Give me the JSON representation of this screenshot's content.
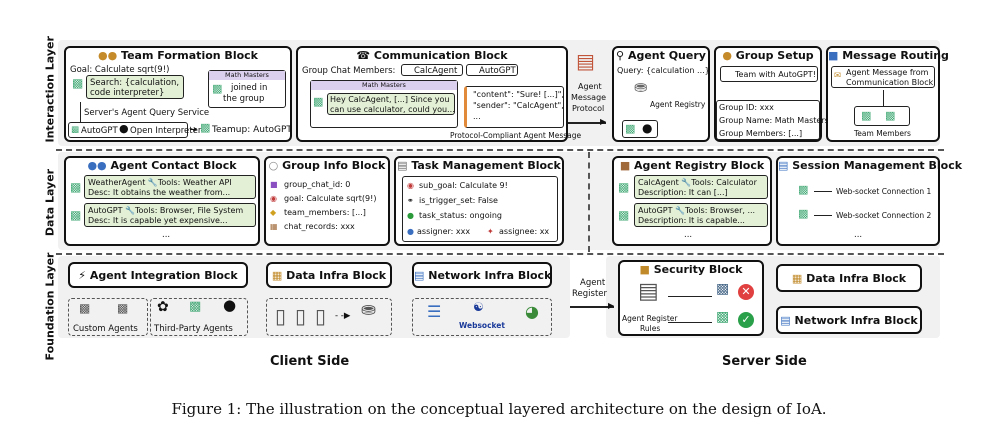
{
  "layers": {
    "interaction": "Interaction Layer",
    "data": "Data Layer",
    "foundation": "Foundation Layer"
  },
  "team_formation": {
    "title": "Team Formation Block",
    "goal": "Goal: Calculate sqrt(9!)",
    "search_l1": "Search: {calculation,",
    "search_l2": "code interpreter}",
    "group_name": "Math Masters",
    "joined_l1": "joined in",
    "joined_l2": "the group",
    "query_service": "Server's Agent Query Service",
    "agent1": "AutoGPT",
    "agent2": "Open Interpreter",
    "teamup": "Teamup: AutoGPT"
  },
  "communication": {
    "title": "Communication Block",
    "members_label": "Group Chat Members:",
    "member1": "CalcAgent",
    "member2": "AutoGPT",
    "window_title": "Math Masters",
    "msg_l1": "Hey CalcAgent, [...] Since you",
    "msg_l2": "can use calculator, could you...",
    "json_l1": "\"content\": \"Sure! [...]\",",
    "json_l2": "\"sender\": \"CalcAgent\",",
    "json_l3": "...",
    "footer": "Protocol-Compliant Agent Message"
  },
  "protocol": {
    "l1": "Agent",
    "l2": "Message",
    "l3": "Protocol"
  },
  "agent_query": {
    "title": "Agent Query",
    "query": "Query: {calculation ...}",
    "registry": "Agent Registry"
  },
  "group_setup": {
    "title": "Group Setup",
    "team": "Team with AutoGPT!",
    "group_id": "Group ID: xxx",
    "group_name": "Group Name: Math Masters",
    "group_members": "Group Members: [...]"
  },
  "message_routing": {
    "title": "Message Routing",
    "msg_l1": "Agent Message from",
    "msg_l2": "Communication Block",
    "team_members": "Team Members"
  },
  "agent_contact": {
    "title": "Agent Contact Block",
    "a1_l1": "WeatherAgent 🔧Tools: Weather API",
    "a1_l2": "Desc: It obtains the weather from...",
    "a2_l1": "AutoGPT 🔧Tools: Browser, File System",
    "a2_l2": "Desc: It is capable yet expensive...",
    "ellipsis": "..."
  },
  "group_info": {
    "title": "Group Info Block",
    "id": "group_chat_id: 0",
    "goal": "goal: Calculate sqrt(9!)",
    "members": "team_members: [...]",
    "records": "chat_records: xxx"
  },
  "task_mgmt": {
    "title": "Task Management Block",
    "sub_goal": "sub_goal: Calculate 9!",
    "trigger": "is_trigger_set: False",
    "status": "task_status: ongoing",
    "assigner": "assigner: xxx",
    "assignee": "assignee: xx"
  },
  "agent_registry": {
    "title": "Agent Registry Block",
    "a1_l1": "CalcAgent 🔧Tools: Calculator",
    "a1_l2": "Description: It can [...]",
    "a2_l1": "AutoGPT 🔧Tools: Browser, ...",
    "a2_l2": "Description: It is capable...",
    "ellipsis": "..."
  },
  "session_mgmt": {
    "title": "Session Management Block",
    "c1": "Web-socket Connection 1",
    "c2": "Web-socket Connection 2",
    "ellipsis": "..."
  },
  "agent_integration": {
    "title": "Agent Integration Block",
    "custom": "Custom Agents",
    "third_party": "Third-Party Agents"
  },
  "data_infra_client": {
    "title": "Data Infra Block"
  },
  "network_infra_client": {
    "title": "Network Infra Block",
    "websocket": "Websocket"
  },
  "agent_register": {
    "l1": "Agent",
    "l2": "Register"
  },
  "security": {
    "title": "Security Block",
    "rules_l1": "Agent Register",
    "rules_l2": "Rules"
  },
  "data_infra_server": {
    "title": "Data Infra Block"
  },
  "network_infra_server": {
    "title": "Network Infra Block"
  },
  "sides": {
    "client": "Client Side",
    "server": "Server Side"
  },
  "caption": "Figure 1: The illustration on the conceptual layered architecture on the design of IoA.",
  "colors": {
    "panel": "#f1f1f1",
    "bubble": "#e3f0d6",
    "accent": "#5aa36b",
    "red": "#e04040"
  }
}
